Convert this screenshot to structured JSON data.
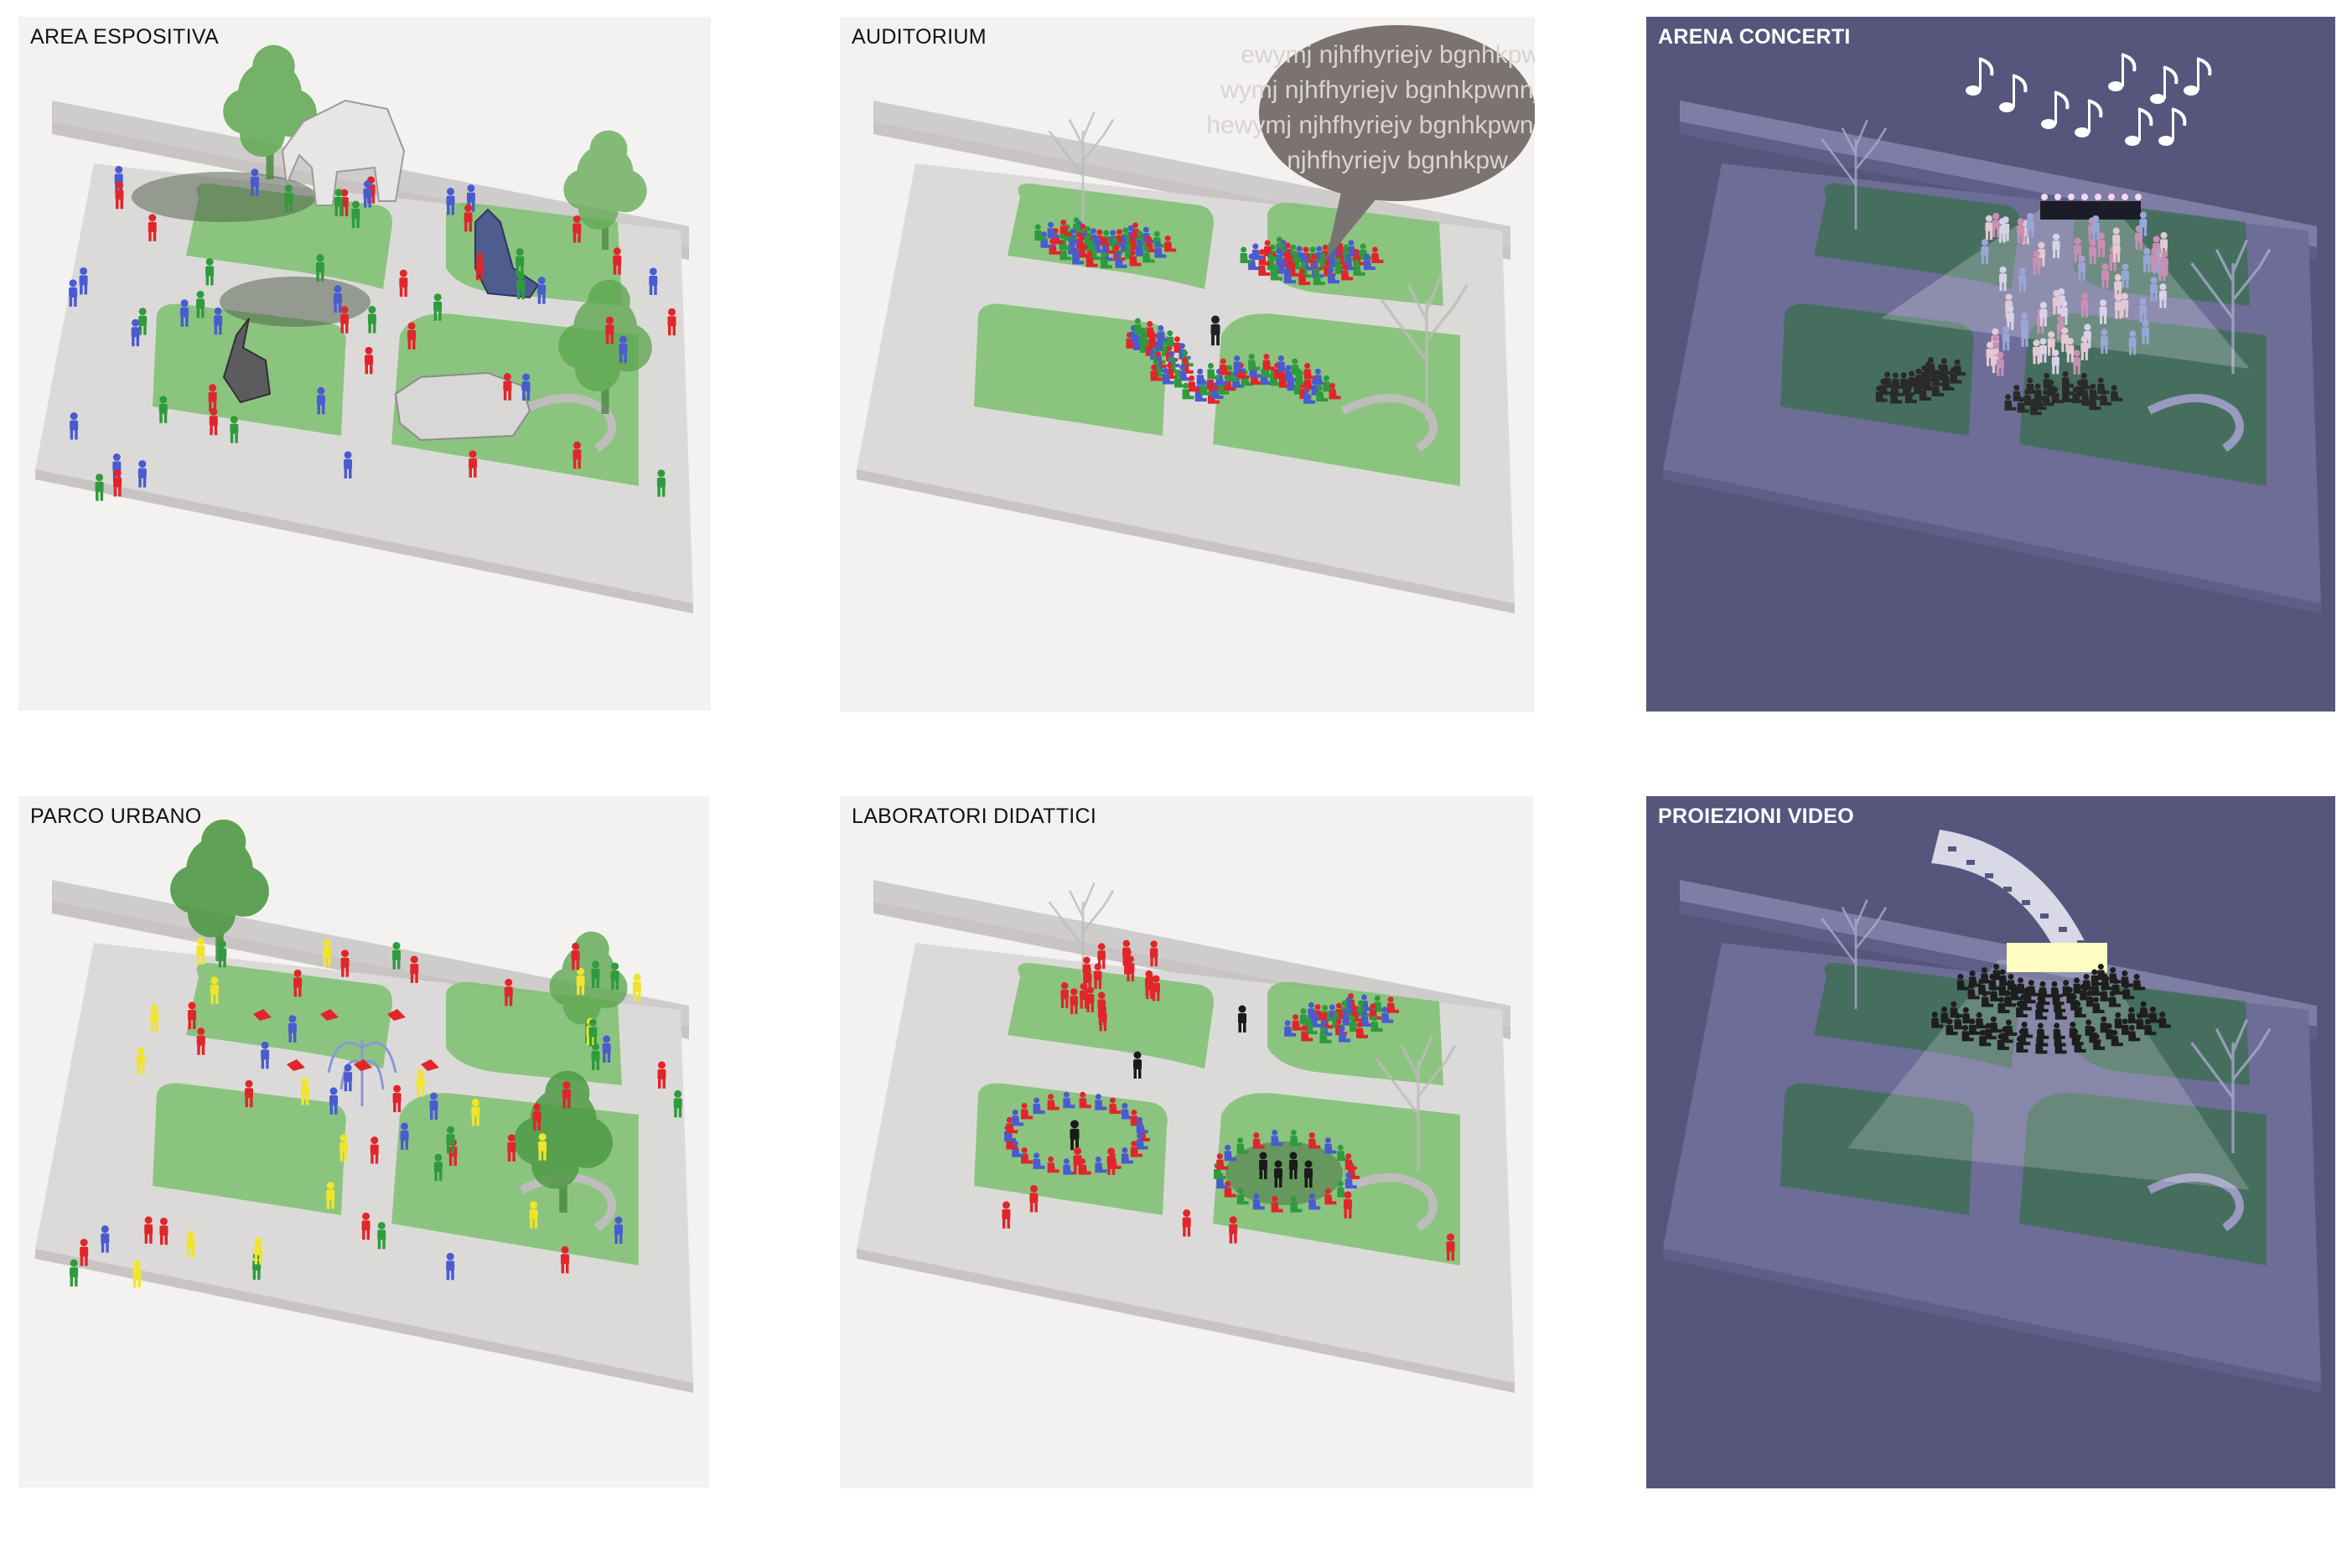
{
  "panels": [
    {
      "id": "area-espositiva",
      "title": "AREA ESPOSITIVA",
      "theme": "light"
    },
    {
      "id": "auditorium",
      "title": "AUDITORIUM",
      "theme": "light",
      "speech_bubble": [
        "ewymj njhfhyriejv bgnhkpwn",
        "wymj njhfhyriejv bgnhkpwnnjhfh",
        "hewymj njhfhyriejv bgnhkpwnnjhfh",
        "njhfhyriejv bgnhkpw"
      ]
    },
    {
      "id": "arena-concerti",
      "title": "ARENA CONCERTI",
      "theme": "dark"
    },
    {
      "id": "parco-urbano",
      "title": "PARCO URBANO",
      "theme": "light"
    },
    {
      "id": "laboratori-didattici",
      "title": "LABORATORI DIDATTICI",
      "theme": "light"
    },
    {
      "id": "proiezioni-video",
      "title": "PROIEZIONI VIDEO",
      "theme": "dark"
    }
  ],
  "colors": {
    "plaza": "#dcdad9",
    "plaza_edge": "#c7c4c3",
    "lawn": "#7cbf6f",
    "tree": "#5fa850",
    "person_red": "#e0262b",
    "person_blue": "#4a5bd0",
    "person_green": "#2f9b3d",
    "person_yellow": "#f0e52a",
    "night_bg": "#56557c",
    "night_plaza": "#6d6d97",
    "night_lawn": "#3f6f55"
  }
}
